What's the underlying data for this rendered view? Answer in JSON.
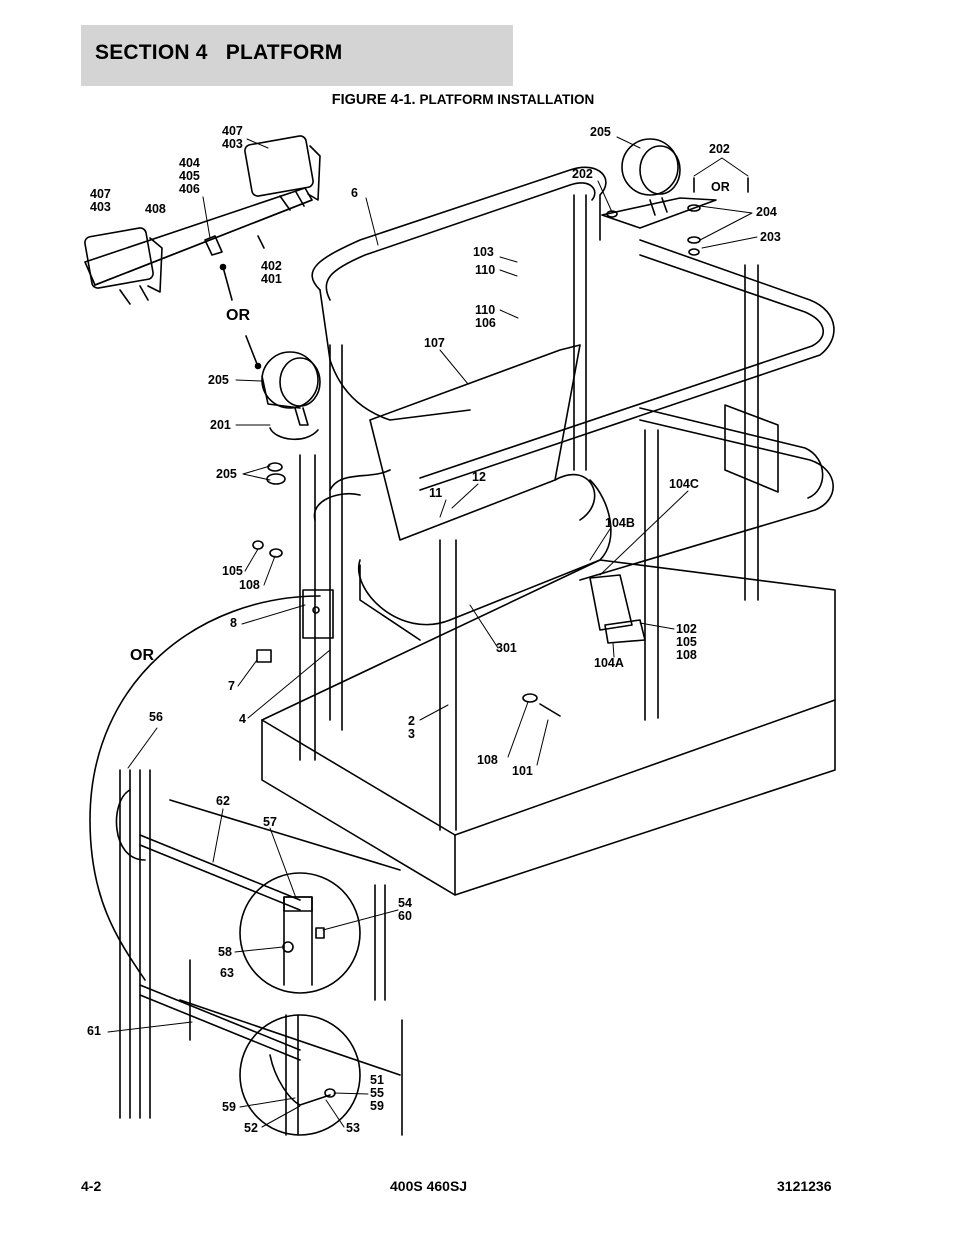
{
  "header": {
    "section_label": "SECTION 4   PLATFORM"
  },
  "figure": {
    "title_prefix": "FIGURE 4-1.",
    "title_text": "PLATFORM INSTALLATION"
  },
  "callouts": {
    "c407_403_top": "407\n403",
    "c404_405_406": "404\n405\n406",
    "c407_403_left": "407\n403",
    "c408": "408",
    "c402_401": "402\n401",
    "c6": "6",
    "c205_top": "205",
    "c202_left": "202",
    "c202_right": "202",
    "c_or_small": "OR",
    "c204": "204",
    "c203": "203",
    "c103": "103",
    "c110_a": "110",
    "c110_b": "110\n106",
    "c107": "107",
    "c_or_upper": "OR",
    "c205_mid": "205",
    "c201": "201",
    "c205_low": "205",
    "c12": "12",
    "c11": "11",
    "c104c": "104C",
    "c104b": "104B",
    "c105": "105",
    "c108_a": "108",
    "c8": "8",
    "c_or_lower": "OR",
    "c7": "7",
    "c301": "301",
    "c102_105_108": "102\n105\n108",
    "c104a": "104A",
    "c4": "4",
    "c2_3": "2\n3",
    "c56": "56",
    "c108_b": "108",
    "c101": "101",
    "c62": "62",
    "c57": "57",
    "c54_60": "54\n60",
    "c58": "58",
    "c63": "63",
    "c61": "61",
    "c51_55_59": "51\n55\n59",
    "c59": "59",
    "c52": "52",
    "c53": "53"
  },
  "footer": {
    "page_number": "4-2",
    "model": "400S 460SJ",
    "part_number": "3121236"
  }
}
